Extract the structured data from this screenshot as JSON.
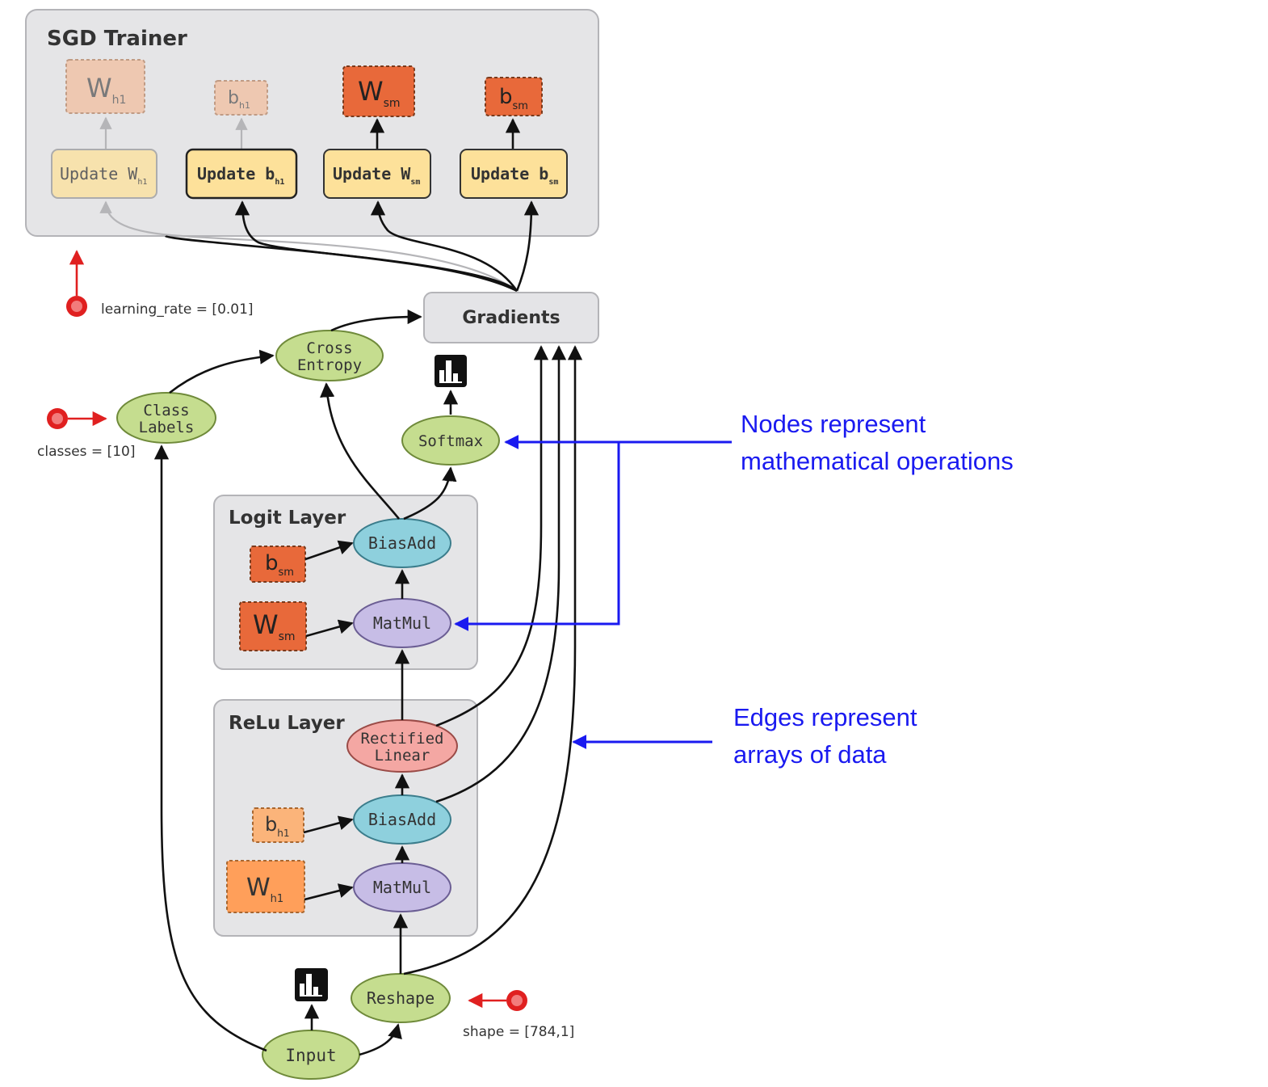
{
  "groups": {
    "sgd_trainer": "SGD Trainer",
    "logit_layer": "Logit Layer",
    "relu_layer": "ReLu Layer"
  },
  "sgd": {
    "vars": {
      "w_h1": {
        "main": "W",
        "sub": "h1"
      },
      "b_h1": {
        "main": "b",
        "sub": "h1"
      },
      "w_sm": {
        "main": "W",
        "sub": "sm"
      },
      "b_sm": {
        "main": "b",
        "sub": "sm"
      }
    },
    "updates": {
      "w_h1": {
        "main": "Update W",
        "sub": "h1"
      },
      "b_h1": {
        "main": "Update b",
        "sub": "h1"
      },
      "w_sm": {
        "main": "Update W",
        "sub": "sm"
      },
      "b_sm": {
        "main": "Update b",
        "sub": "sm"
      }
    }
  },
  "nodes": {
    "gradients": "Gradients",
    "cross_entropy": [
      "Cross",
      "Entropy"
    ],
    "class_labels": [
      "Class",
      "Labels"
    ],
    "softmax": "Softmax",
    "logit_biasadd": "BiasAdd",
    "logit_matmul": "MatMul",
    "rectified_linear": [
      "Rectified",
      "Linear"
    ],
    "relu_biasadd": "BiasAdd",
    "relu_matmul": "MatMul",
    "reshape": "Reshape",
    "input": "Input"
  },
  "layer_vars": {
    "logit_b": {
      "main": "b",
      "sub": "sm"
    },
    "logit_w": {
      "main": "W",
      "sub": "sm"
    },
    "relu_b": {
      "main": "b",
      "sub": "h1"
    },
    "relu_w": {
      "main": "W",
      "sub": "h1"
    }
  },
  "constants": {
    "learning_rate": "learning_rate = [0.01]",
    "classes": "classes = [10]",
    "shape": "shape = [784,1]"
  },
  "annotations": {
    "nodes": [
      "Nodes represent",
      "mathematical operations"
    ],
    "edges": [
      "Edges represent",
      "arrays of data"
    ]
  },
  "colors": {
    "op_green": "#c5dd8f",
    "op_blue": "#8ed0dd",
    "op_purple": "#c7bde6",
    "op_pink": "#f4a7a3",
    "var_light_orange": "#f5b58e",
    "var_orange": "#ff9f5a",
    "var_dark_orange": "#e8693a",
    "update_yellow": "#fde19a",
    "annotation_blue": "#1a1af0",
    "constant_red": "#e02020"
  }
}
